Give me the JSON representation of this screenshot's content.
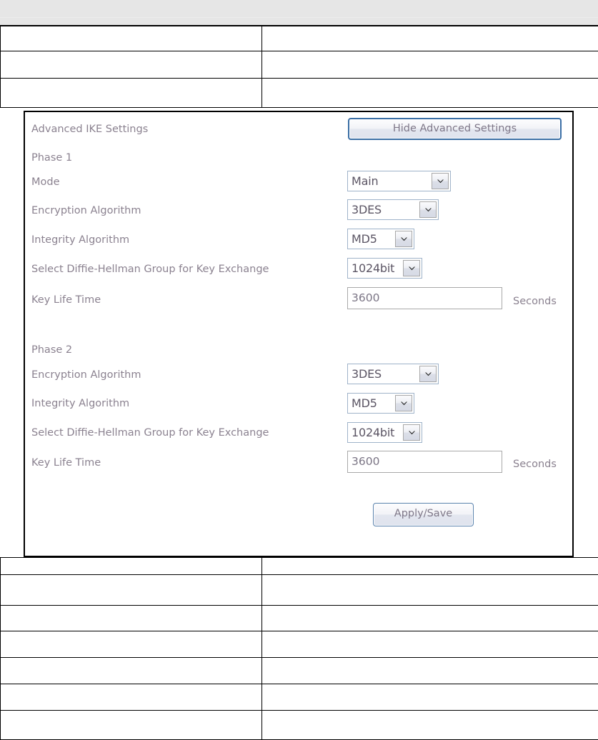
{
  "page": {
    "header_band": "",
    "background_color": "#ffffff",
    "border_color": "#000000",
    "header_band_color": "#e6e6e6",
    "label_color": "#8b8290",
    "accent_color": "#3a6ea5"
  },
  "doc_table_top": {
    "rows": [
      {
        "left": "",
        "right": ""
      },
      {
        "left": "",
        "right": ""
      },
      {
        "left": "",
        "right": ""
      }
    ]
  },
  "doc_table_bottom": {
    "rows": [
      {
        "left": "",
        "right": ""
      },
      {
        "left": "",
        "right": ""
      },
      {
        "left": "",
        "right": ""
      },
      {
        "left": "",
        "right": ""
      },
      {
        "left": "",
        "right": ""
      },
      {
        "left": "",
        "right": ""
      },
      {
        "left": "",
        "right": ""
      }
    ]
  },
  "panel": {
    "title": "Advanced IKE Settings",
    "hide_button_label": "Hide Advanced Settings",
    "apply_button_label": "Apply/Save",
    "phase1": {
      "heading": "Phase 1",
      "mode_label": "Mode",
      "mode_value": "Main",
      "encryption_label": "Encryption Algorithm",
      "encryption_value": "3DES",
      "integrity_label": "Integrity Algorithm",
      "integrity_value": "MD5",
      "dh_label": "Select Diffie-Hellman Group for Key Exchange",
      "dh_value": "1024bit",
      "keylife_label": "Key Life Time",
      "keylife_value": "3600",
      "keylife_unit": "Seconds"
    },
    "phase2": {
      "heading": "Phase 2",
      "encryption_label": "Encryption Algorithm",
      "encryption_value": "3DES",
      "integrity_label": "Integrity Algorithm",
      "integrity_value": "MD5",
      "dh_label": "Select Diffie-Hellman Group for Key Exchange",
      "dh_value": "1024bit",
      "keylife_label": "Key Life Time",
      "keylife_value": "3600",
      "keylife_unit": "Seconds"
    },
    "icons": {
      "dropdown": "chevron-down-icon"
    }
  }
}
